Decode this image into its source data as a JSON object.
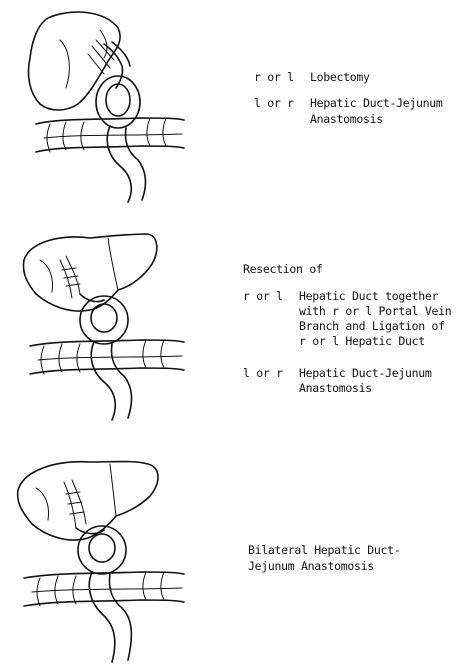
{
  "panels": [
    {
      "entries": [
        {
          "side": "r or l",
          "desc": [
            "Lobectomy"
          ]
        },
        {
          "side": "l or r",
          "desc": [
            "Hepatic Duct-Jejunum",
            "Anastomosis"
          ]
        }
      ]
    },
    {
      "heading": "Resection of",
      "entries": [
        {
          "side": "r or l",
          "desc": [
            "Hepatic Duct together",
            "with r or l Portal Vein",
            "Branch and Ligation of",
            "r or l Hepatic Duct"
          ]
        },
        {
          "side": "l or r",
          "desc": [
            "Hepatic Duct-Jejunum",
            "Anastomosis"
          ]
        }
      ]
    },
    {
      "lines": [
        "Bilateral Hepatic Duct-",
        "Jejunum Anastomosis"
      ]
    }
  ],
  "illustrations": [
    "liver-lobectomy-illustration",
    "hepatic-duct-resection-illustration",
    "bilateral-anastomosis-illustration"
  ]
}
